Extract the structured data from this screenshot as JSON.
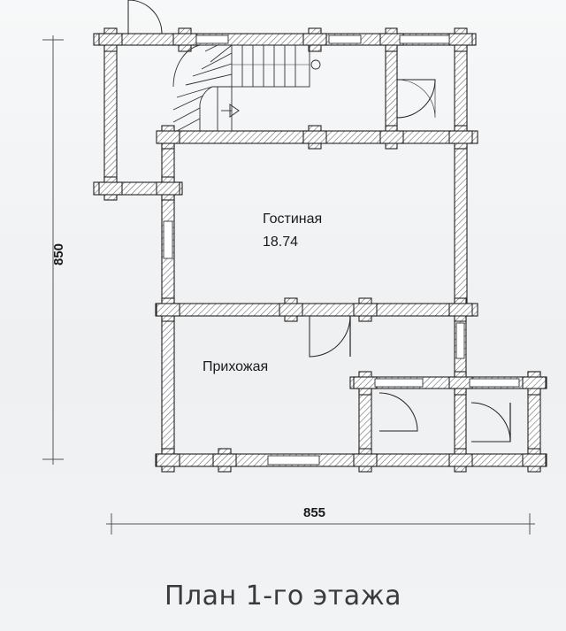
{
  "plan": {
    "rooms": [
      {
        "name": "Гостиная",
        "area": "18.74"
      },
      {
        "name": "Прихожая"
      }
    ],
    "dimensions": {
      "height": "850",
      "width": "855"
    },
    "caption": "План 1-го этажа"
  }
}
